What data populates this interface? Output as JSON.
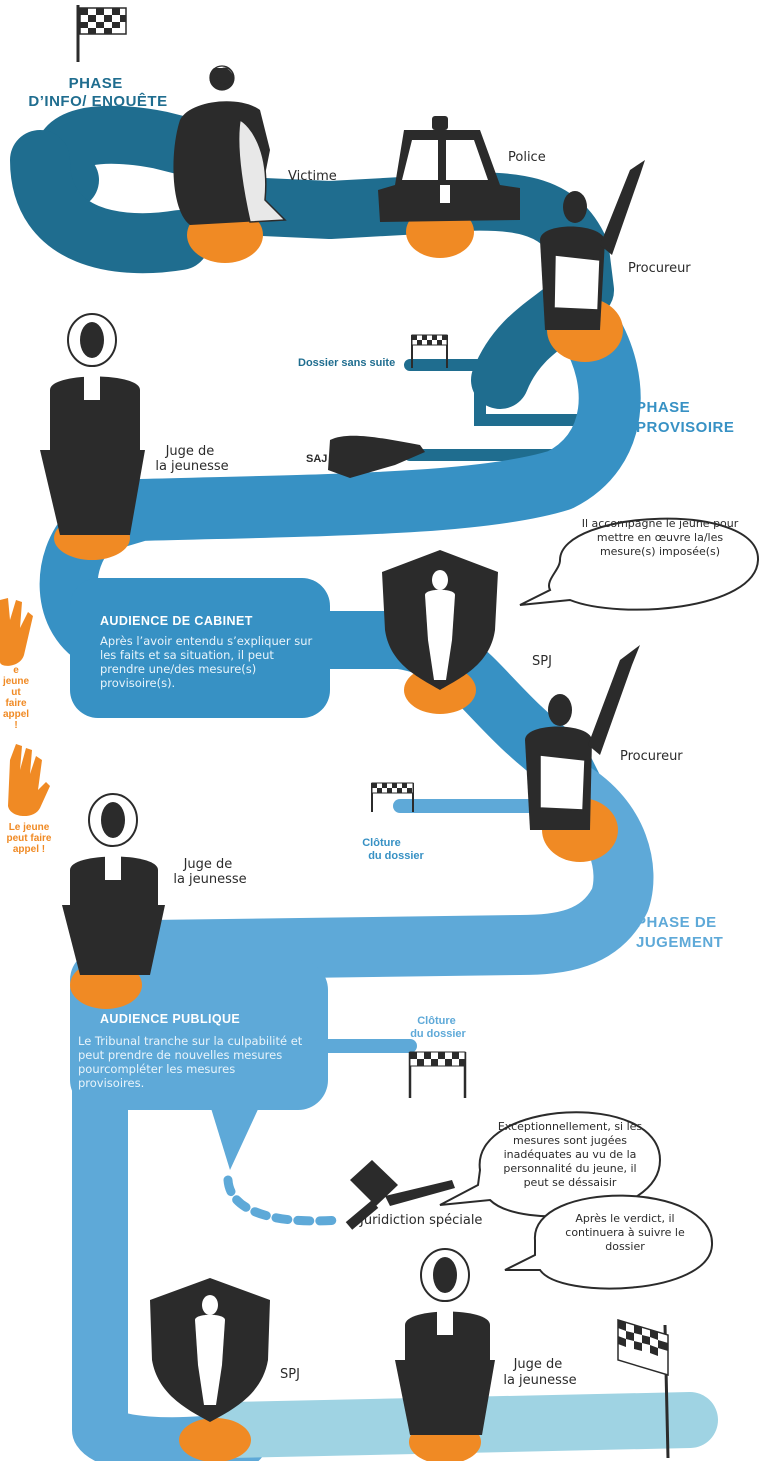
{
  "phases": {
    "info": [
      "PHASE",
      "D’INFO/ ENQUÊTE"
    ],
    "provisoire": [
      "PHASE",
      "PROVISOIRE"
    ],
    "jugement": [
      "PHASE DE",
      "JUGEMENT"
    ]
  },
  "actors": {
    "victime": "Victime",
    "police": "Police",
    "procureur_1": "Procureur",
    "procureur_2": "Procureur",
    "juge_1": [
      "Juge de",
      "la jeunesse"
    ],
    "juge_2": [
      "Juge de",
      "la jeunesse"
    ],
    "juge_3": [
      "Juge de",
      "la jeunesse"
    ],
    "spj_1": "SPJ",
    "spj_2": "SPJ",
    "saj": "SAJ",
    "juridiction": "Juridiction spéciale"
  },
  "exits": {
    "dossier_sans_suite": "Dossier sans suite",
    "cloture_1": [
      "Clôture",
      "du dossier"
    ],
    "cloture_2": [
      "Clôture",
      "du dossier"
    ]
  },
  "boxes": {
    "cabinet": {
      "title": "AUDIENCE DE CABINET",
      "text": "Après l’avoir entendu s’expliquer sur les faits et sa situation, il peut prendre une/des mesure(s) provisoire(s)."
    },
    "publique": {
      "title": "AUDIENCE PUBLIQUE",
      "text": "Le Tribunal tranche sur la culpabilité et peut prendre de nouvelles mesures pourcompléter les mesures provisoires."
    }
  },
  "bubbles": {
    "spj": "Il accompagne le jeune pour mettre en œuvre la/les mesure(s) imposée(s)",
    "desaisir": "Exceptionnellement, si les mesures sont jugées inadéquates au vu de la personnalité du jeune, il peut se déssaisir",
    "verdict": "Après le verdict, il continuera à suivre le dossier"
  },
  "appeals": {
    "appeal_1": [
      "e jeune",
      "ut faire",
      "appel !"
    ],
    "appeal_2": [
      "Le jeune",
      "peut faire",
      "appel !"
    ]
  },
  "colors": {
    "dark_blue": "#1f6d8f",
    "mid_blue": "#3791c4",
    "light_blue": "#5ea9d8",
    "pale_blue": "#9fd3e3",
    "orange": "#f08a24",
    "figure": "#2b2b2b"
  }
}
